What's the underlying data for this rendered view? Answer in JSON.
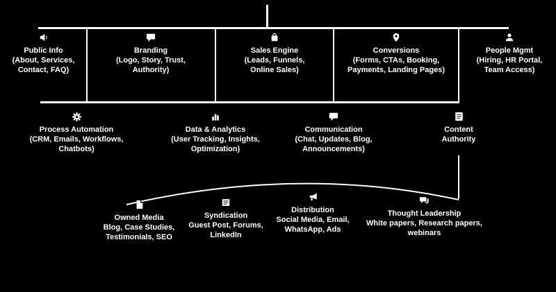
{
  "diagram": {
    "background": "#000000",
    "line_color": "#ffffff",
    "level1": [
      {
        "icon": "speaker-icon",
        "title": "Public Info",
        "lines": [
          "(About, Services,",
          "Contact, FAQ)"
        ]
      },
      {
        "icon": "chat-bubble-icon",
        "title": "Branding",
        "lines": [
          "(Logo, Story, Trust,",
          "Authority)"
        ]
      },
      {
        "icon": "shopping-bag-icon",
        "title": "Sales Engine",
        "lines": [
          "(Leads, Funnels,",
          "Online Sales)"
        ]
      },
      {
        "icon": "location-pin-icon",
        "title": "Conversions",
        "lines": [
          "(Forms, CTAs, Booking,",
          "Payments, Landing Pages)"
        ]
      },
      {
        "icon": "person-icon",
        "title": "People Mgmt",
        "lines": [
          "(Hiring, HR Portal,",
          "Team Access)"
        ]
      }
    ],
    "level2": [
      {
        "icon": "gear-icon",
        "title": "Process Automation",
        "lines": [
          "(CRM, Emails, Workflows,",
          "Chatbots)"
        ]
      },
      {
        "icon": "bar-chart-icon",
        "title": "Data & Analytics",
        "lines": [
          "(User Tracking, Insights,",
          "Optimization)"
        ]
      },
      {
        "icon": "speech-bubble-icon",
        "title": "Communication",
        "lines": [
          "(Chat, Updates, Blog,",
          "Announcements)"
        ]
      },
      {
        "icon": "document-icon",
        "title": "Content Authority",
        "lines": []
      }
    ],
    "level3": [
      {
        "icon": "page-icon",
        "title": "Owned Media",
        "lines": [
          "Blog, Case Studies,",
          "Testimonials, SEO"
        ]
      },
      {
        "icon": "newspaper-icon",
        "title": "Syndication",
        "lines": [
          "Guest Post, Forums,",
          "LinkedIn"
        ]
      },
      {
        "icon": "megaphone-icon",
        "title": "Distribution",
        "lines": [
          "Social Media, Email,",
          "WhatsApp, Ads"
        ]
      },
      {
        "icon": "speech-bubbles-icon",
        "title": "Thought Leadership",
        "lines": [
          "White papers, Research papers,",
          "webinars"
        ]
      }
    ]
  }
}
